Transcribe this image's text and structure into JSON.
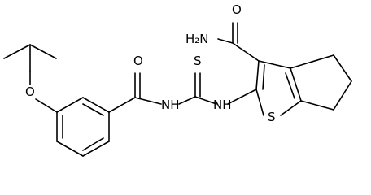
{
  "diagram": {
    "type": "chemical-structure",
    "atom_labels": {
      "amide_nitrogen": "H₂N",
      "amide_oxygen": "O",
      "thione_sulfur": "S",
      "thiophene_sulfur": "S",
      "nh_left": "NH",
      "nh_right": "NH",
      "benzoyl_oxygen": "O",
      "ether_oxygen": "O"
    },
    "colors": {
      "bond": "#000000",
      "label": "#000000",
      "background": "#ffffff"
    }
  }
}
